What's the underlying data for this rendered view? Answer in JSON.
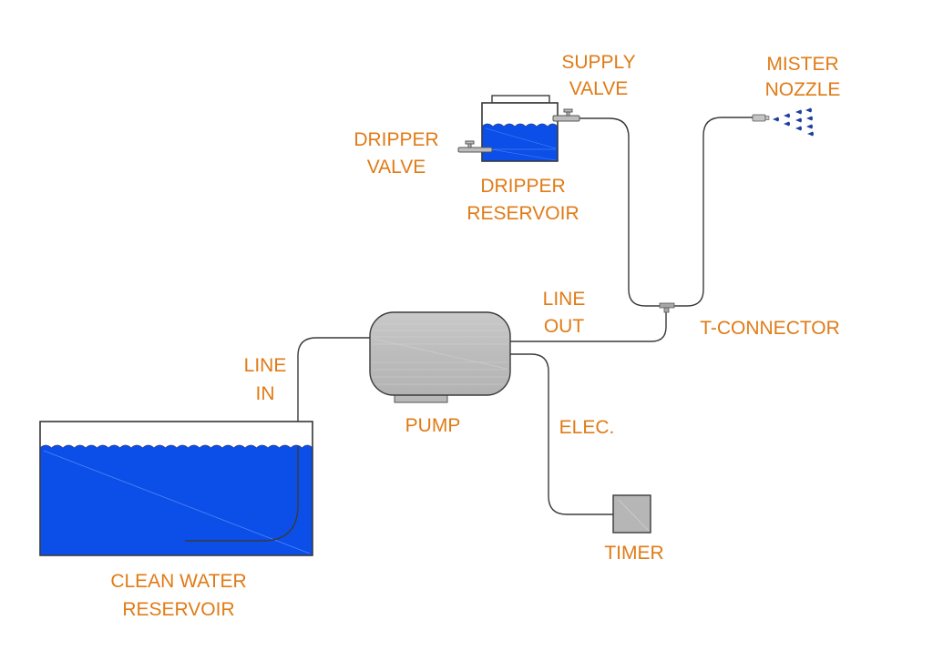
{
  "diagram": {
    "title": "Mister / Dripper Water System",
    "colors": {
      "label": "#e07b16",
      "water": "#0b4fe8",
      "pipe": "#3a3a3a",
      "equipment_gray": "#bdbdbd",
      "droplet": "#1c3f9e"
    },
    "components": {
      "clean_water_reservoir": {
        "line1": "CLEAN WATER",
        "line2": "RESERVOIR"
      },
      "pump": {
        "label": "PUMP"
      },
      "timer": {
        "label": "TIMER"
      },
      "t_connector": {
        "label": "T-CONNECTOR"
      },
      "dripper_reservoir": {
        "line1": "DRIPPER",
        "line2": "RESERVOIR"
      },
      "dripper_valve": {
        "line1": "DRIPPER",
        "line2": "VALVE"
      },
      "supply_valve": {
        "line1": "SUPPLY",
        "line2": "VALVE"
      },
      "mister_nozzle": {
        "line1": "MISTER",
        "line2": "NOZZLE"
      }
    },
    "connections": {
      "line_in": {
        "line1": "LINE",
        "line2": "IN"
      },
      "line_out": {
        "line1": "LINE",
        "line2": "OUT"
      },
      "elec": {
        "label": "ELEC."
      }
    }
  }
}
